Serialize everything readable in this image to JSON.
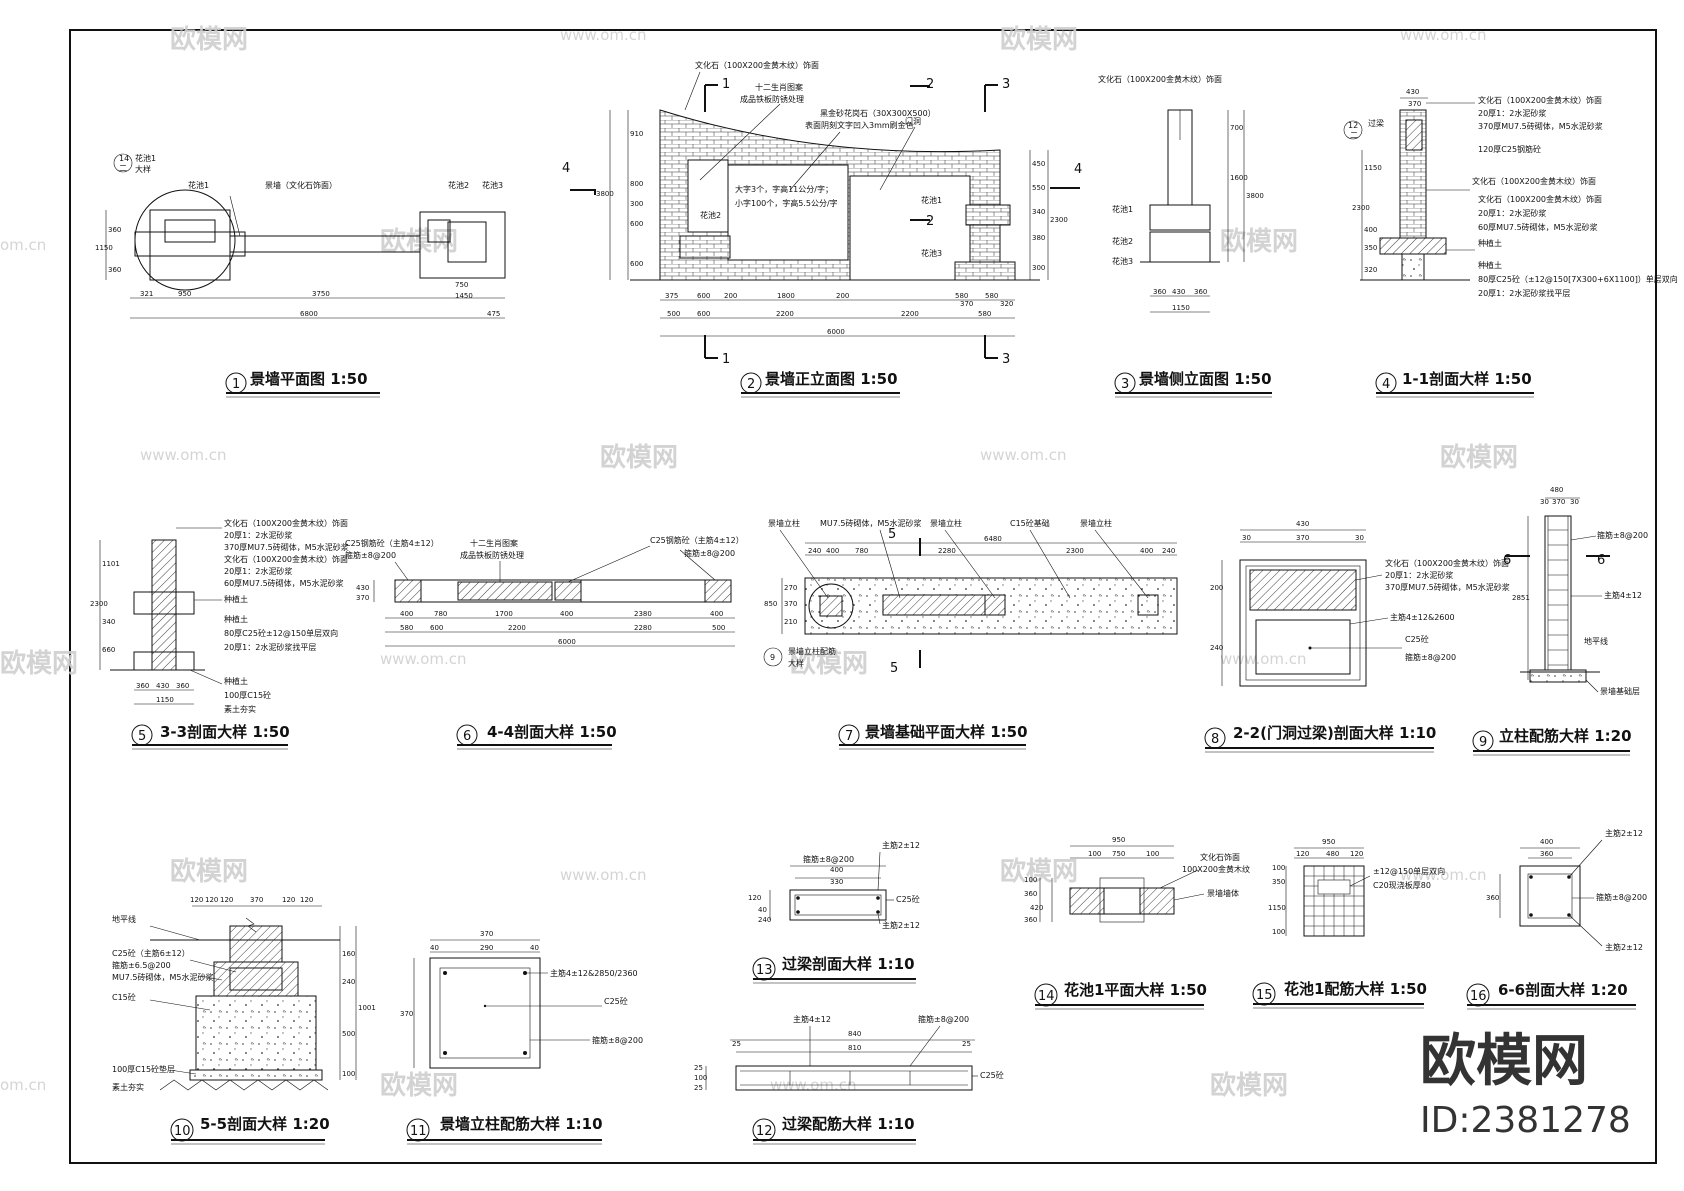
{
  "watermark": {
    "brand": "欧模网",
    "url": "www.om.cn",
    "url_short": "om.cn"
  },
  "brand_mark": {
    "name": "欧模网",
    "id": "ID:2381278"
  },
  "drawings": [
    {
      "no": "1",
      "title": "景墙平面图 1:50"
    },
    {
      "no": "2",
      "title": "景墙正立面图 1:50"
    },
    {
      "no": "3",
      "title": "景墙侧立面图 1:50"
    },
    {
      "no": "4",
      "title": "1-1剖面大样 1:50"
    },
    {
      "no": "5",
      "title": "3-3剖面大样 1:50"
    },
    {
      "no": "6",
      "title": "4-4剖面大样 1:50"
    },
    {
      "no": "7",
      "title": "景墙基础平面大样 1:50"
    },
    {
      "no": "8",
      "title": "2-2(门洞过梁)剖面大样 1:10"
    },
    {
      "no": "9",
      "title": "立柱配筋大样 1:20"
    },
    {
      "no": "10",
      "title": "5-5剖面大样 1:20"
    },
    {
      "no": "11",
      "title": "景墙立柱配筋大样 1:10"
    },
    {
      "no": "12",
      "title": "过梁配筋大样 1:10"
    },
    {
      "no": "13",
      "title": "过梁剖面大样 1:10"
    },
    {
      "no": "14",
      "title": "花池1平面大样 1:50"
    },
    {
      "no": "15",
      "title": "花池1配筋大样 1:50"
    },
    {
      "no": "16",
      "title": "6-6剖面大样 1:20"
    }
  ],
  "d1": {
    "detail_tag": "14",
    "detail_sheet": "二",
    "labels": {
      "pool1": "花池1",
      "big": "大样",
      "pool1b": "花池1",
      "wall": "景墙（文化石饰面）",
      "pool2": "花池2",
      "pool3": "花池3"
    },
    "dims": {
      "a": "321",
      "b": "950",
      "c": "3750",
      "d": "6800",
      "e": "750",
      "f": "1450",
      "g": "475",
      "h": "360",
      "i": "1150",
      "j": "360"
    }
  },
  "d2": {
    "labels": {
      "stone": "文化石（100X200金黄木纹）饰面",
      "zodiac": "十二生肖图案",
      "iron": "成品铁板防锈处理",
      "granite": "黑金砂花岗石（30X300X500）",
      "engrave": "表面阴刻文字凹入3mm刷金色",
      "door": "门洞",
      "text1": "大字3个，字高11公分/字；",
      "text2": "小字100个，字高5.5公分/字",
      "pool1": "花池1",
      "pool2": "花池2",
      "pool3": "花池3"
    },
    "sections": {
      "s1": "1",
      "s2": "2",
      "s3": "3",
      "s4": "4"
    },
    "dims": {
      "top": [
        "375",
        "600",
        "200",
        "1800",
        "200",
        "580",
        "580"
      ],
      "mid": [
        "500",
        "600",
        "2200",
        "2200",
        "580"
      ],
      "total": "6000",
      "left": [
        "910",
        "800",
        "300",
        "600",
        "600"
      ],
      "left_total": "3800",
      "right": [
        "450",
        "550",
        "340",
        "380",
        "300"
      ],
      "right_total": "2300",
      "sub": [
        "370",
        "320"
      ]
    }
  },
  "d3": {
    "labels": {
      "stone": "文化石（100X200金黄木纹）饰面",
      "pool1": "花池1",
      "pool2": "花池2",
      "pool3": "花池3"
    },
    "dims": {
      "bottom": [
        "360",
        "430",
        "360"
      ],
      "total": "1150",
      "right": [
        "700",
        "1600",
        "3800"
      ]
    }
  },
  "d4": {
    "tag": "12",
    "tag_sheet": "二",
    "labels": [
      "文化石（100X200金黄木纹）饰面",
      "20厚1：2水泥砂浆",
      "370厚MU7.5砖砌体，M5水泥砂浆",
      "120厚C25钢筋砼",
      "文化石（100X200金黄木纹）饰面",
      "文化石（100X200金黄木纹）饰面",
      "20厚1：2水泥砂浆",
      "60厚MU7.5砖砌体，M5水泥砂浆",
      "种植土",
      "种植土",
      "80厚C25砼（±12@150[7X300+6X1100]）单层双向",
      "20厚1：2水泥砂浆找平层"
    ],
    "beam": "过梁",
    "dims": {
      "top": [
        "430",
        "370"
      ],
      "left": [
        "1150",
        "2300",
        "400",
        "350",
        "320"
      ]
    }
  },
  "d5": {
    "labels": [
      "文化石（100X200金黄木纹）饰面",
      "20厚1：2水泥砂浆",
      "370厚MU7.5砖砌体，M5水泥砂浆",
      "文化石（100X200金黄木纹）饰面",
      "20厚1：2水泥砂浆",
      "60厚MU7.5砖砌体，M5水泥砂浆",
      "种植土",
      "种植土",
      "80厚C25砼±12@150单层双向",
      "20厚1：2水泥砂浆找平层",
      "种植土",
      "100厚C15砼",
      "素土夯实"
    ],
    "dims": {
      "left": [
        "1101",
        "2300",
        "340",
        "660"
      ],
      "bottom": [
        "360",
        "430",
        "360"
      ],
      "total": "1150"
    }
  },
  "d6": {
    "labels": {
      "c25": "C25钢筋砼（主筋4±12）",
      "stir": "箍筋±8@200",
      "zodiac": "十二生肖图案",
      "iron": "成品铁板防锈处理",
      "c25b": "C25钢筋砼（主筋4±12）",
      "stirb": "箍筋±8@200"
    },
    "dims": {
      "top": [
        "400",
        "780",
        "1700",
        "400",
        "2380",
        "400"
      ],
      "mid": [
        "580",
        "600",
        "2200",
        "2280",
        "500"
      ],
      "total": "6000",
      "side": [
        "430",
        "370"
      ]
    }
  },
  "d7": {
    "labels": {
      "col1": "景墙立柱",
      "brick": "MU7.5砖砌体，M5水泥砂浆",
      "col2": "景墙立柱",
      "c15": "C15砼基础",
      "col3": "景墙立柱",
      "tag_text": "景墙立柱配筋",
      "tag_big": "大样"
    },
    "tag": "9",
    "section": "5",
    "dims": {
      "top": [
        "240",
        "400",
        "780",
        "2280",
        "2300",
        "400",
        "240"
      ],
      "total": "6480",
      "left": [
        "850",
        "270",
        "370",
        "210"
      ]
    }
  },
  "d8": {
    "labels": [
      "文化石（100X200金黄木纹）饰面",
      "20厚1：2水泥砂浆",
      "370厚MU7.5砖砌体，M5水泥砂浆",
      "主筋4±12&2600",
      "C25砼",
      "箍筋±8@200"
    ],
    "dims": {
      "top": [
        "430",
        "30",
        "370",
        "30"
      ],
      "left": [
        "200",
        "240"
      ]
    }
  },
  "d9": {
    "labels": [
      "箍筋±8@200",
      "主筋4±12",
      "地平线",
      "景墙基础层"
    ],
    "section": "6",
    "dims": {
      "top": [
        "480",
        "30",
        "370",
        "30"
      ],
      "left": "2851"
    }
  },
  "d10": {
    "labels": [
      "地平线",
      "C25砼（主筋6±12）",
      "箍筋±6.5@200",
      "MU7.5砖砌体，M5水泥砂浆",
      "C15砼",
      "100厚C15砼垫层",
      "素土夯实"
    ],
    "dims": {
      "top": [
        "120",
        "120",
        "120",
        "370",
        "120",
        "120"
      ],
      "right": [
        "160",
        "240",
        "500",
        "100"
      ],
      "total": "1001"
    }
  },
  "d11": {
    "labels": [
      "主筋4±12&2850/2360",
      "C25砼",
      "箍筋±8@200"
    ],
    "dims": {
      "top": [
        "370",
        "40",
        "290",
        "40"
      ],
      "left": "370"
    }
  },
  "d12": {
    "labels": [
      "主筋4±12",
      "箍筋±8@200",
      "C25砼"
    ],
    "dims": {
      "top": [
        "25",
        "840",
        "25"
      ],
      "mid": "810",
      "left": [
        "25",
        "100",
        "25"
      ]
    }
  },
  "d13": {
    "labels": [
      "箍筋±8@200",
      "主筋2±12",
      "C25砼",
      "主筋2±12"
    ],
    "dims": {
      "top": [
        "400",
        "330"
      ],
      "left": [
        "120",
        "40",
        "240"
      ]
    }
  },
  "d14": {
    "labels": [
      "文化石饰面",
      "100X200金黄木纹",
      "景墙墙体"
    ],
    "dims": {
      "top": [
        "950",
        "100",
        "750",
        "100"
      ],
      "left": [
        "100",
        "360",
        "420",
        "360"
      ]
    }
  },
  "d15": {
    "labels": [
      "±12@150单层双向",
      "C20现浇板厚80"
    ],
    "dims": {
      "top": [
        "950",
        "120",
        "480",
        "120"
      ],
      "left": [
        "100",
        "350",
        "1150",
        "100"
      ]
    }
  },
  "d16": {
    "labels": [
      "主筋2±12",
      "箍筋±8@200",
      "主筋2±12"
    ],
    "dims": {
      "top": [
        "400",
        "360"
      ],
      "left": [
        "360"
      ]
    }
  }
}
